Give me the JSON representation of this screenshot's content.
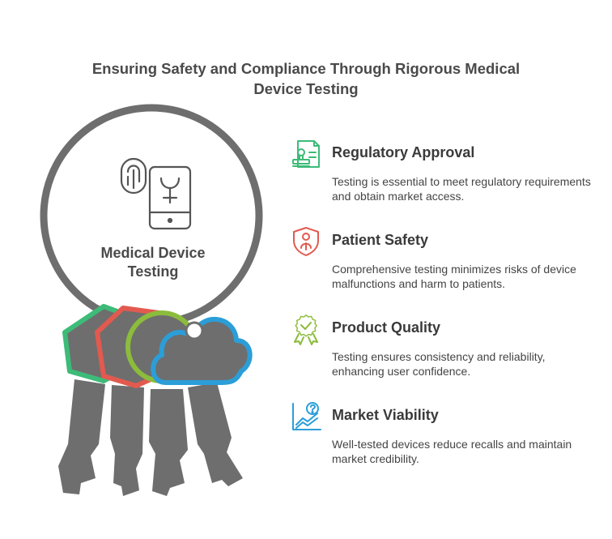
{
  "title": {
    "line1": "Ensuring Safety and Compliance Through Rigorous Medical",
    "line2": "Device Testing"
  },
  "center": {
    "line1": "Medical Device",
    "line2": "Testing"
  },
  "colors": {
    "green": "#3dbb78",
    "red": "#e25a4f",
    "lime": "#8cbc3c",
    "blue": "#2b9ed8",
    "gray": "#6e6e6e"
  },
  "items": [
    {
      "icon": "certificate-stamp-icon",
      "heading": "Regulatory Approval",
      "description": "Testing is essential to meet regulatory requirements and obtain market access."
    },
    {
      "icon": "shield-person-icon",
      "heading": "Patient Safety",
      "description": "Comprehensive testing minimizes risks of device malfunctions and harm to patients."
    },
    {
      "icon": "award-badge-icon",
      "heading": "Product Quality",
      "description": "Testing ensures consistency and reliability, enhancing user confidence."
    },
    {
      "icon": "chart-question-icon",
      "heading": "Market Viability",
      "description": "Well-tested devices reduce recalls and maintain market credibility."
    }
  ]
}
